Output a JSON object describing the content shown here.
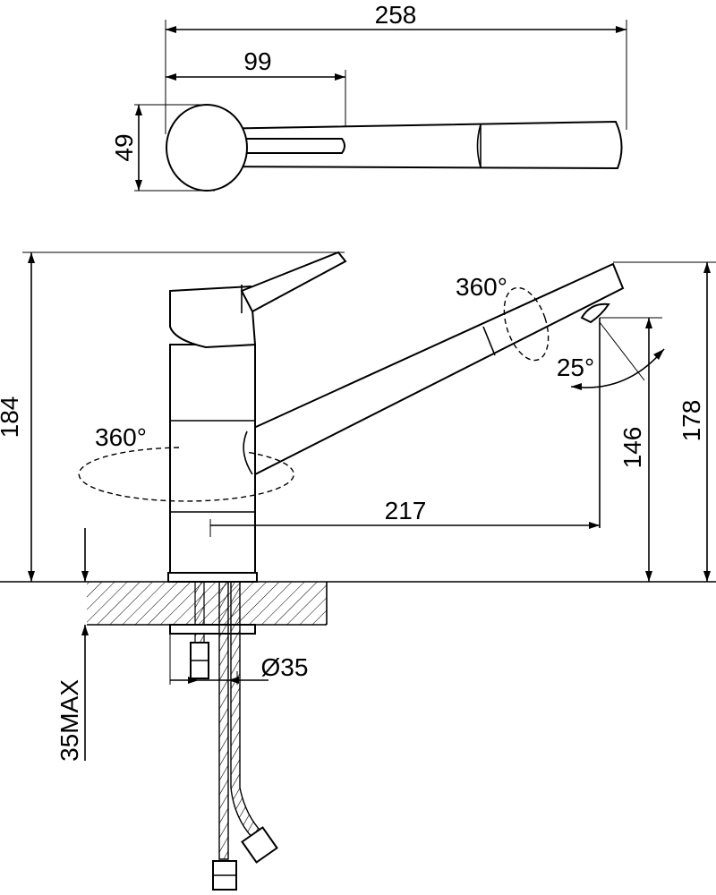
{
  "dimensions": {
    "top_view_overall_length": "258",
    "top_view_handle_length": "99",
    "top_view_width": "49",
    "overall_height": "184",
    "spout_height": "178",
    "spout_outlet_height": "146",
    "spout_reach": "217",
    "body_rotation": "360°",
    "spout_rotation": "360°",
    "outlet_tilt": "25°",
    "hole_diameter": "Ø35",
    "max_counter_thickness": "35MAX"
  }
}
